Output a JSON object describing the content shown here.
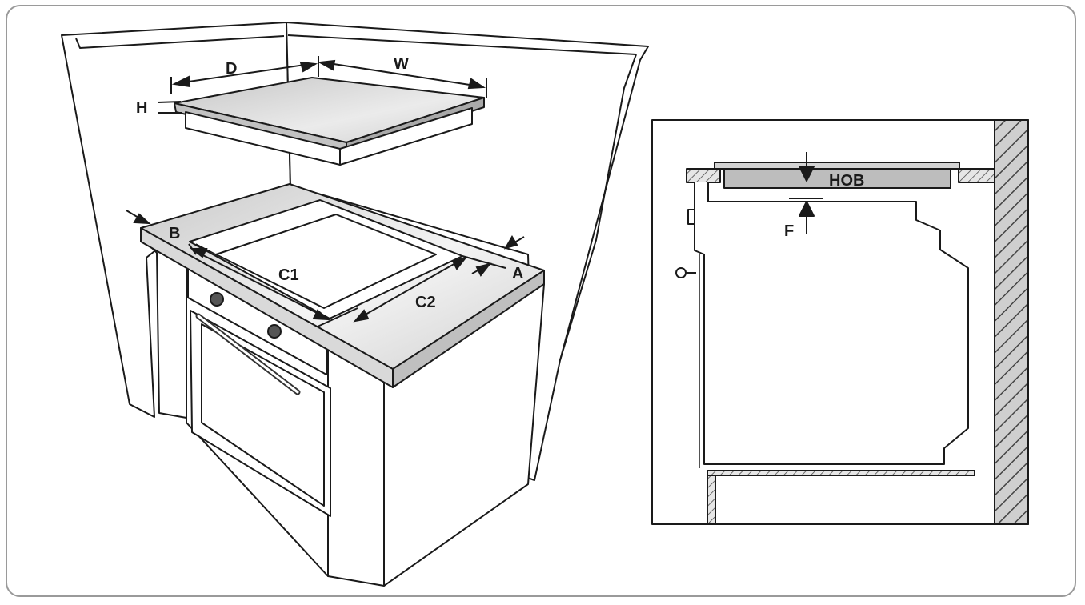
{
  "labels": {
    "D": "D",
    "W": "W",
    "H": "H",
    "B": "B",
    "A": "A",
    "C1": "C1",
    "C2": "C2",
    "HOB": "HOB",
    "F": "F"
  },
  "colors": {
    "line": "#1a1a1a",
    "hatch": "#555555",
    "panel_gray": "#bdbdbd",
    "hob_gray": "#d4d4d4",
    "frame": "#9a9a9a"
  }
}
